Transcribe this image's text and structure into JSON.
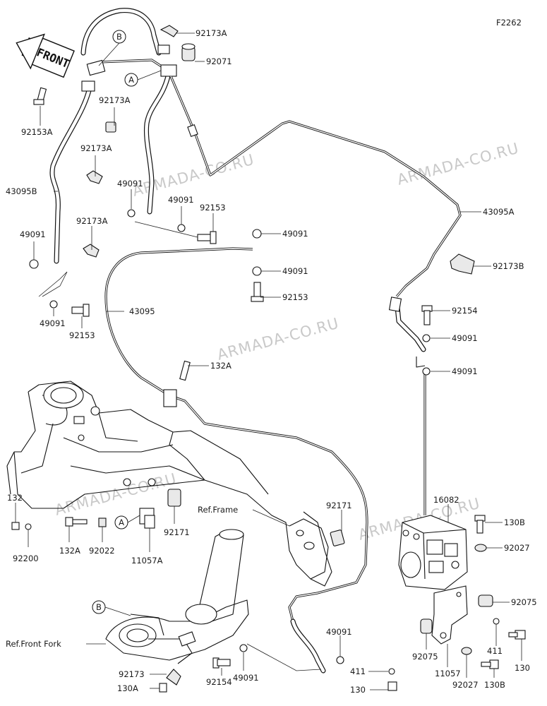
{
  "figure_code": "F2262",
  "front_arrow": "FRONT",
  "watermark": "ARMADA-CO.RU",
  "refs": {
    "frame": "Ref.Frame",
    "front_fork": "Ref.Front Fork"
  },
  "callouts": {
    "a": "A",
    "b": "B"
  },
  "parts": {
    "p92173A": "92173A",
    "p92071": "92071",
    "p92153A": "92153A",
    "p43095B": "43095B",
    "p49091": "49091",
    "p92153": "92153",
    "p43095": "43095",
    "p43095A": "43095A",
    "p92173B": "92173B",
    "p92154": "92154",
    "p132A": "132A",
    "p132": "132",
    "p92200": "92200",
    "p92022": "92022",
    "p11057A": "11057A",
    "p92171": "92171",
    "p16082": "16082",
    "p130B": "130B",
    "p92027": "92027",
    "p92075": "92075",
    "p411": "411",
    "p130": "130",
    "p11057": "11057",
    "p92173": "92173",
    "p130A": "130A"
  }
}
